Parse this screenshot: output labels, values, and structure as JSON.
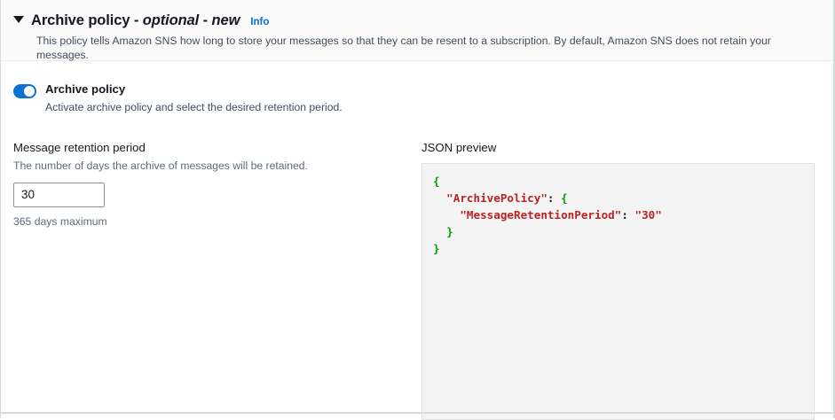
{
  "section": {
    "caret_icon": "triangle-down-icon",
    "title_main": "Archive policy",
    "title_sep1": "-",
    "title_optional": "optional",
    "title_sep2": "-",
    "title_new": "new",
    "info_label": "Info",
    "description": "This policy tells Amazon SNS how long to store your messages so that they can be resent to a subscription. By default, Amazon SNS does not retain your messages."
  },
  "toggle": {
    "state": "on",
    "label": "Archive policy",
    "description": "Activate archive policy and select the desired retention period.",
    "accent_color": "#0972d3"
  },
  "retention": {
    "label": "Message retention period",
    "description": "The number of days the archive of messages will be retained.",
    "value": "30",
    "placeholder": "",
    "constraint": "365 days maximum"
  },
  "json_preview": {
    "label": "JSON preview",
    "lines": [
      {
        "indent": 0,
        "parts": [
          {
            "t": "brace",
            "v": "{"
          }
        ]
      },
      {
        "indent": 1,
        "parts": [
          {
            "t": "string",
            "v": "\"ArchivePolicy\""
          },
          {
            "t": "punct",
            "v": ": "
          },
          {
            "t": "brace",
            "v": "{"
          }
        ]
      },
      {
        "indent": 2,
        "parts": [
          {
            "t": "string",
            "v": "\"MessageRetentionPeriod\""
          },
          {
            "t": "punct",
            "v": ": "
          },
          {
            "t": "string",
            "v": "\"30\""
          }
        ]
      },
      {
        "indent": 1,
        "parts": [
          {
            "t": "brace",
            "v": "}"
          }
        ]
      },
      {
        "indent": 0,
        "parts": [
          {
            "t": "brace",
            "v": "}"
          }
        ]
      }
    ],
    "colors": {
      "brace": "#00a000",
      "string": "#bb2222",
      "punct": "#16191f",
      "background": "#f4f4f4",
      "border": "#e0e0e0"
    }
  }
}
